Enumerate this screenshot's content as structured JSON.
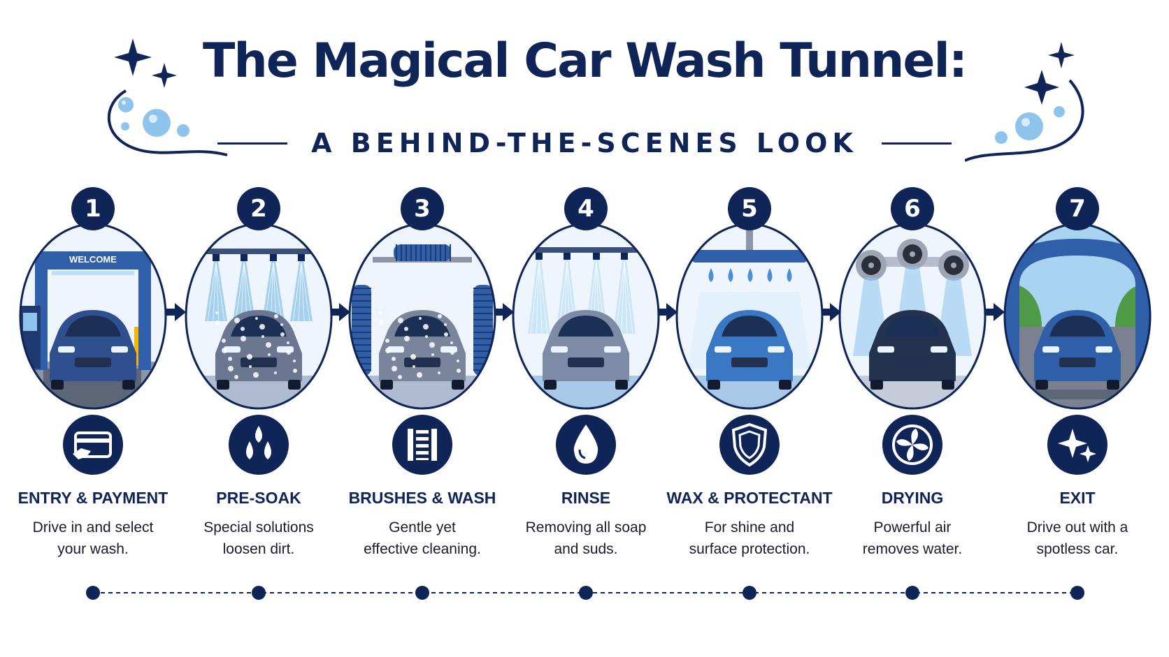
{
  "header": {
    "title": "The Magical Car Wash Tunnel:",
    "subtitle": "A BEHIND-THE-SCENES LOOK"
  },
  "colors": {
    "navy": "#0f2457",
    "blue": "#2f5fa8",
    "light_blue": "#8ec3ec",
    "spray": "#bfe0f7"
  },
  "steps": [
    {
      "number": "1",
      "title": "ENTRY & PAYMENT",
      "desc_line1": "Drive in and select",
      "desc_line2": "your wash.",
      "icon": "credit-card-icon",
      "scene": "welcome-gantry",
      "sign": "WELCOME"
    },
    {
      "number": "2",
      "title": "PRE-SOAK",
      "desc_line1": "Special solutions",
      "desc_line2": "loosen dirt.",
      "icon": "droplets-icon",
      "scene": "presoak-sprayers"
    },
    {
      "number": "3",
      "title": "BRUSHES & WASH",
      "desc_line1": "Gentle yet",
      "desc_line2": "effective cleaning.",
      "icon": "brush-icon",
      "scene": "rotating-brushes"
    },
    {
      "number": "4",
      "title": "RINSE",
      "desc_line1": "Removing all soap",
      "desc_line2": "and suds.",
      "icon": "water-drop-icon",
      "scene": "rinse-sprayers"
    },
    {
      "number": "5",
      "title": "WAX & PROTECTANT",
      "desc_line1": "For shine and",
      "desc_line2": "surface protection.",
      "icon": "shield-icon",
      "scene": "wax-applicator"
    },
    {
      "number": "6",
      "title": "DRYING",
      "desc_line1": "Powerful air",
      "desc_line2": "removes water.",
      "icon": "fan-icon",
      "scene": "air-dryers"
    },
    {
      "number": "7",
      "title": "EXIT",
      "desc_line1": "Drive out with a",
      "desc_line2": "spotless car.",
      "icon": "sparkle-icon",
      "scene": "exit-tunnel"
    }
  ]
}
